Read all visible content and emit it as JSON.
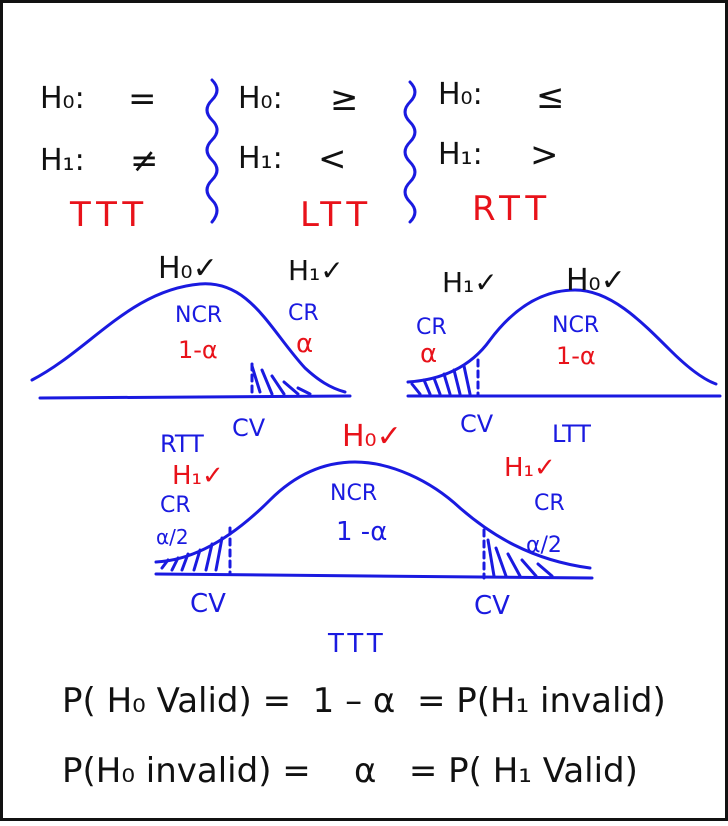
{
  "hypotheses": {
    "two_tailed": {
      "h0_label": "H₀:",
      "h0_sign": "=",
      "h1_label": "H₁:",
      "h1_sign": "≠",
      "tag": "TTT"
    },
    "left_tailed": {
      "h0_label": "H₀:",
      "h0_sign": "≥",
      "h1_label": "H₁:",
      "h1_sign": "<",
      "tag": "LTT"
    },
    "right_tailed": {
      "h0_label": "H₀:",
      "h0_sign": "≤",
      "h1_label": "H₁:",
      "h1_sign": ">",
      "tag": "RTT"
    }
  },
  "curve_right": {
    "h0_check": "H₀✓",
    "h1_check": "H₁✓",
    "ncr": "NCR",
    "ncr_prob": "1-α",
    "cr": "CR",
    "cr_prob": "α",
    "cv": "CV"
  },
  "curve_left": {
    "h1_check": "H₁✓",
    "h0_check": "H₀✓",
    "cr": "CR",
    "cr_prob": "α",
    "ncr": "NCR",
    "ncr_prob": "1-α",
    "cv": "CV"
  },
  "curve_two": {
    "rtt": "RTT",
    "ltt": "LTT",
    "h0_check": "H₀✓",
    "h1_left": "H₁✓",
    "h1_right": "H₁✓",
    "cr_left": "CR",
    "cr_right": "CR",
    "alpha_left": "α/2",
    "alpha_right": "α/2",
    "ncr": "NCR",
    "ncr_prob": "1 -α",
    "cv_left": "CV",
    "cv_right": "CV",
    "tag": "TTT"
  },
  "formulas": {
    "line1": "P( H₀ Valid) =  1 – α  = P(H₁ invalid)",
    "line2": "P(H₀ invalid) =    α   = P( H₁ Valid)"
  },
  "colors": {
    "ink_black": "#111111",
    "ink_red": "#e8121a",
    "ink_blue": "#1a1ae0"
  }
}
